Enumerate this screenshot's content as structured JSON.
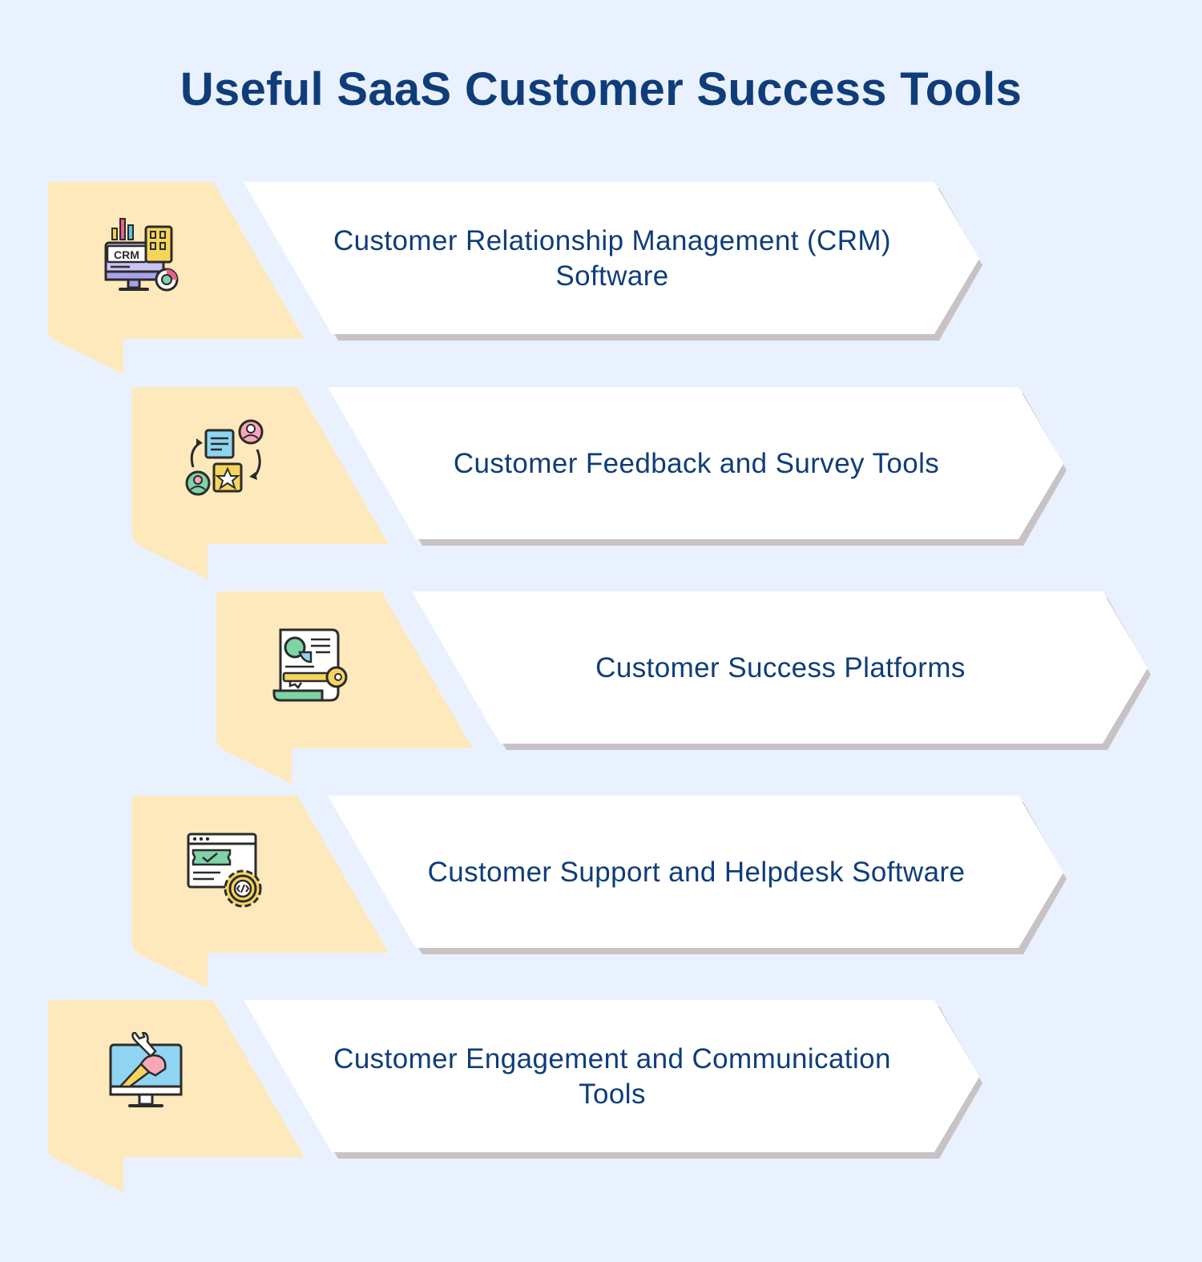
{
  "title": "Useful SaaS Customer Success Tools",
  "colors": {
    "background": "#eaf1fe",
    "tab": "#fee9bd",
    "card": "#ffffff",
    "card_shadow": "#c9c2c4",
    "text": "#0f3d7a"
  },
  "items": [
    {
      "label": "Customer Relationship Management (CRM) Software",
      "icon": "crm-monitor-icon",
      "icon_text": "CRM"
    },
    {
      "label": "Customer Feedback and Survey Tools",
      "icon": "feedback-survey-icon"
    },
    {
      "label": "Customer Success Platforms",
      "icon": "document-key-icon"
    },
    {
      "label": "Customer Support and Helpdesk Software",
      "icon": "ticket-gear-icon"
    },
    {
      "label": "Customer Engagement and Communication Tools",
      "icon": "monitor-wrench-icon"
    }
  ]
}
